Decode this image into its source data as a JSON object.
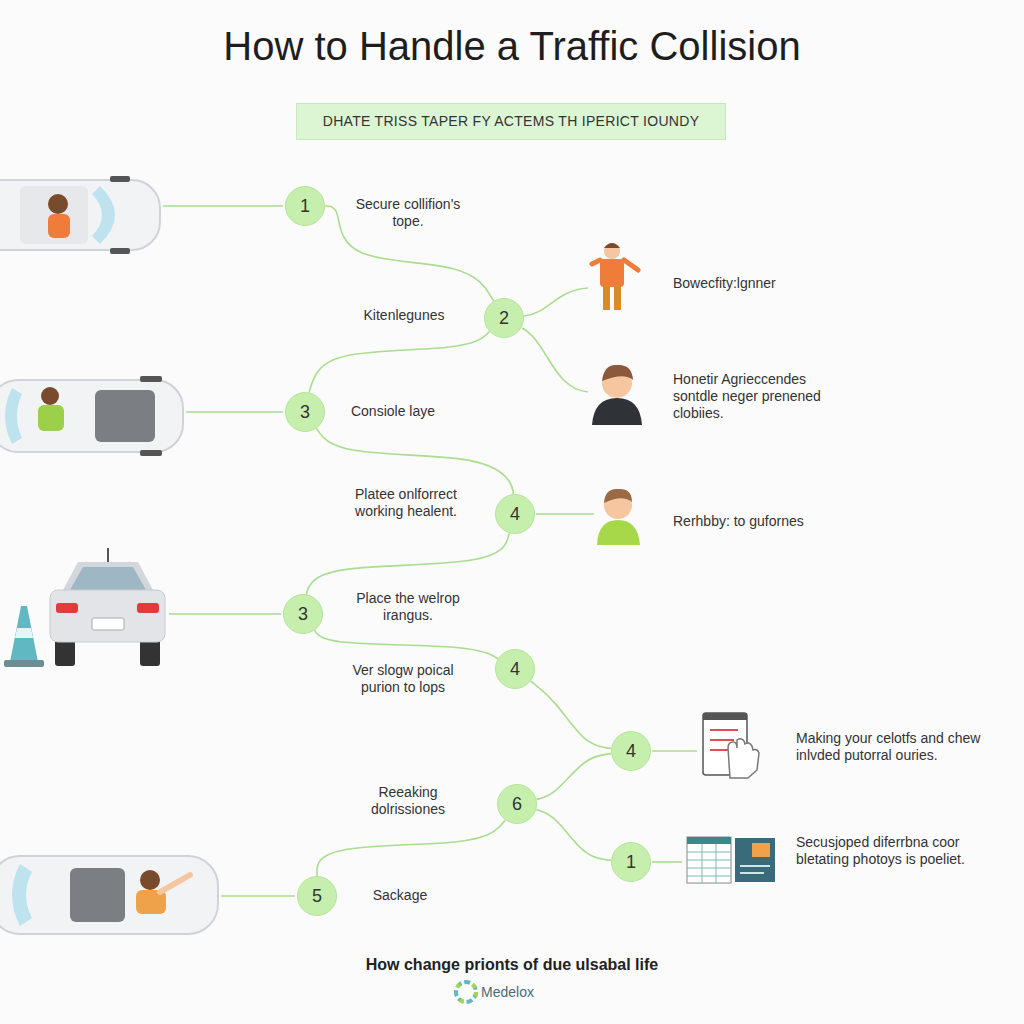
{
  "diagram": {
    "title": "How to Handle a Traffic Collision",
    "caption": "How change prionts of due ulsabal life",
    "nodes": [
      {
        "text": [
          "DHATE TRISS TAPER FY ACTEMS TH IPERICT IOUNDY"
        ]
      },
      {
        "text": [
          "1"
        ]
      },
      {
        "text": [
          "2"
        ]
      },
      {
        "text": [
          "3"
        ]
      },
      {
        "text": [
          "4"
        ]
      },
      {
        "text": [
          "3"
        ]
      },
      {
        "text": [
          "4"
        ]
      },
      {
        "text": [
          "4"
        ]
      },
      {
        "text": [
          "6"
        ]
      },
      {
        "text": [
          "1"
        ]
      },
      {
        "text": [
          "5"
        ]
      }
    ],
    "edges": [
      {
        "from": 1,
        "to": 2,
        "arrow": "none"
      },
      {
        "from": 2,
        "to": 3,
        "arrow": "none"
      },
      {
        "from": 3,
        "to": 4,
        "arrow": "none"
      },
      {
        "from": 4,
        "to": 5,
        "arrow": "none"
      },
      {
        "from": 5,
        "to": 6,
        "arrow": "none"
      },
      {
        "from": 6,
        "to": 7,
        "arrow": "none"
      },
      {
        "from": 8,
        "to": 7,
        "arrow": "none"
      },
      {
        "from": 8,
        "to": 9,
        "arrow": "none"
      },
      {
        "from": 10,
        "to": 8,
        "arrow": "none"
      }
    ],
    "labels": [
      "Secure collifion's tope.",
      "Kitenlegunes",
      "Bowecfity:lgnner",
      "Honetir Agrieccendes sontdle neger prenened clobiies.",
      "Consiole laye",
      "Platee onlforrect working healent.",
      "Rerhbby: to gufornes",
      "Place the welrop irangus.",
      "Ver slogw poical purion to lops",
      "Making your celotfs and chew inlvded putorral ouries.",
      "Reeaking dolrissiones",
      "Secusjoped diferrbna coor bletating photoys is poeliet.",
      "Sackage",
      "Medelox"
    ]
  }
}
